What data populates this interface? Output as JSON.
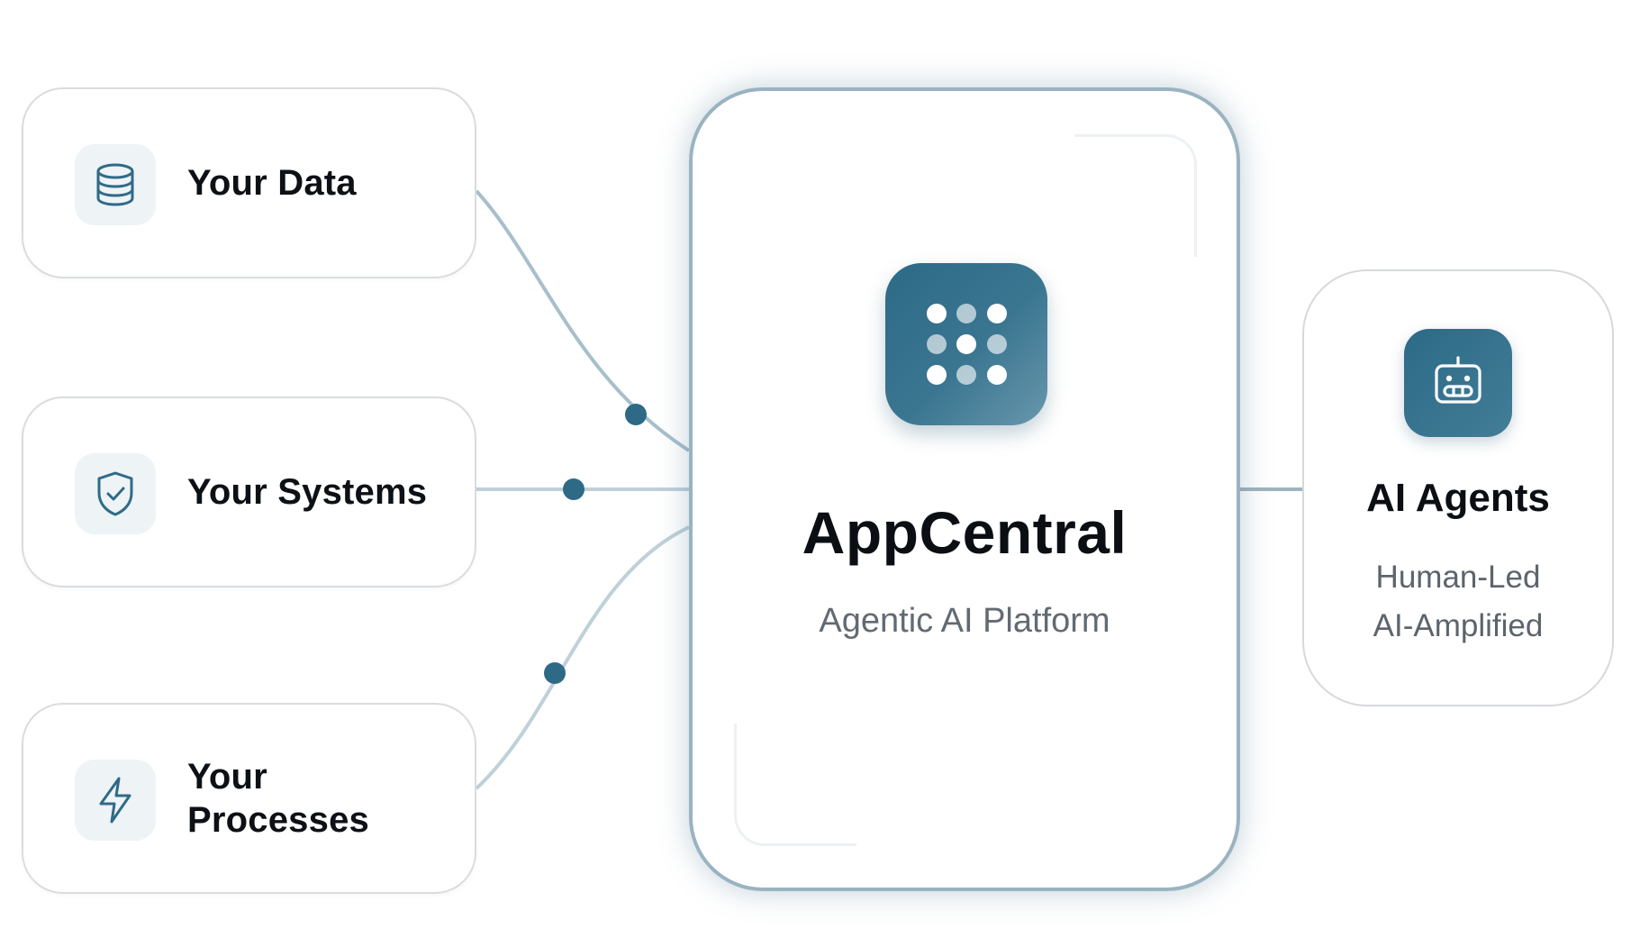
{
  "inputs": [
    {
      "label": "Your Data",
      "icon": "database-icon"
    },
    {
      "label": "Your Systems",
      "icon": "shield-check-icon"
    },
    {
      "label_line1": "Your",
      "label_line2": "Processes",
      "icon": "lightning-icon"
    }
  ],
  "hub": {
    "title": "AppCentral",
    "subtitle": "Agentic AI Platform",
    "logo_icon": "grid-dots-icon"
  },
  "output": {
    "title": "AI Agents",
    "line1": "Human-Led",
    "line2": "AI-Amplified",
    "icon": "robot-icon"
  },
  "colors": {
    "accent": "#2f6b87",
    "connector": "#a7bfcb",
    "node": "#2e6a86",
    "card_border": "#d9dcdf",
    "icon_tile_bg": "#eef3f6"
  }
}
